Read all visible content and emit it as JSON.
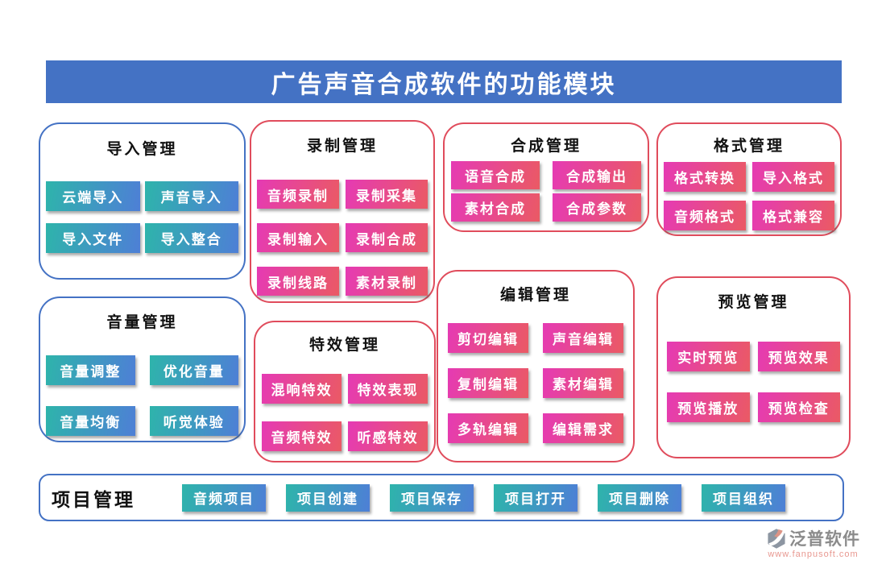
{
  "title": "广告声音合成软件的功能模块",
  "groups": [
    {
      "id": "import",
      "title": "导入管理",
      "theme": "blue",
      "buttons": [
        "云端导入",
        "声音导入",
        "导入文件",
        "导入整合"
      ]
    },
    {
      "id": "record",
      "title": "录制管理",
      "theme": "pink",
      "buttons": [
        "音频录制",
        "录制采集",
        "录制输入",
        "录制合成",
        "录制线路",
        "素材录制"
      ]
    },
    {
      "id": "synthesis",
      "title": "合成管理",
      "theme": "pink",
      "buttons": [
        "语音合成",
        "合成输出",
        "素材合成",
        "合成参数"
      ]
    },
    {
      "id": "format",
      "title": "格式管理",
      "theme": "pink",
      "buttons": [
        "格式转换",
        "导入格式",
        "音频格式",
        "格式兼容"
      ]
    },
    {
      "id": "volume",
      "title": "音量管理",
      "theme": "blue",
      "buttons": [
        "音量调整",
        "优化音量",
        "音量均衡",
        "听觉体验"
      ]
    },
    {
      "id": "effects",
      "title": "特效管理",
      "theme": "pink",
      "buttons": [
        "混响特效",
        "特效表现",
        "音频特效",
        "听感特效"
      ]
    },
    {
      "id": "edit",
      "title": "编辑管理",
      "theme": "pink",
      "buttons": [
        "剪切编辑",
        "声音编辑",
        "复制编辑",
        "素材编辑",
        "多轨编辑",
        "编辑需求"
      ]
    },
    {
      "id": "preview",
      "title": "预览管理",
      "theme": "pink",
      "buttons": [
        "实时预览",
        "预览效果",
        "预览播放",
        "预览检查"
      ]
    }
  ],
  "project_bar": {
    "title": "项目管理",
    "buttons": [
      "音频项目",
      "项目创建",
      "项目保存",
      "项目打开",
      "项目删除",
      "项目组织"
    ]
  },
  "footer": {
    "brand": "泛普软件",
    "url": "www.fanpusoft.com"
  },
  "colors": {
    "banner_blue": "#4472c4",
    "border_blue": "#4472c4",
    "border_red": "#e04c5c",
    "teal_gradient_from": "#2eb4ab",
    "teal_gradient_to": "#4e7fd6",
    "pink_gradient_from": "#e53ab4",
    "pink_gradient_to": "#ea5a64",
    "brand_gray": "#8b8b8b",
    "url_salmon": "#e89890"
  }
}
